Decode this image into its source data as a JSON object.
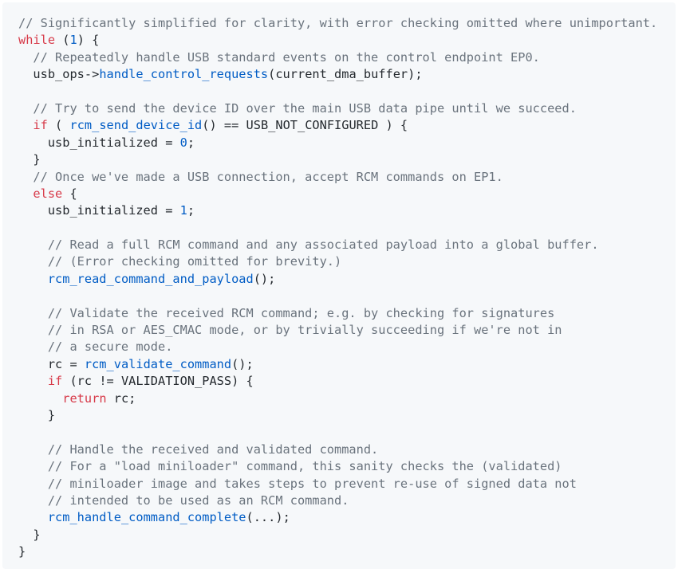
{
  "code": {
    "lines": [
      [
        {
          "t": "// Significantly simplified for clarity, with error checking omitted where unimportant.",
          "c": "comment"
        }
      ],
      [
        {
          "t": "while",
          "c": "keyword"
        },
        {
          "t": " (",
          "c": "plain"
        },
        {
          "t": "1",
          "c": "number"
        },
        {
          "t": ") {",
          "c": "plain"
        }
      ],
      [
        {
          "t": "  // Repeatedly handle USB standard events on the control endpoint EP0.",
          "c": "comment"
        }
      ],
      [
        {
          "t": "  usb_ops->",
          "c": "plain"
        },
        {
          "t": "handle_control_requests",
          "c": "func"
        },
        {
          "t": "(current_dma_buffer);",
          "c": "plain"
        }
      ],
      [],
      [
        {
          "t": "  // Try to send the device ID over the main USB data pipe until we succeed.",
          "c": "comment"
        }
      ],
      [
        {
          "t": "  ",
          "c": "plain"
        },
        {
          "t": "if",
          "c": "keyword"
        },
        {
          "t": " ( ",
          "c": "plain"
        },
        {
          "t": "rcm_send_device_id",
          "c": "func"
        },
        {
          "t": "() == USB_NOT_CONFIGURED ) {",
          "c": "plain"
        }
      ],
      [
        {
          "t": "    usb_initialized = ",
          "c": "plain"
        },
        {
          "t": "0",
          "c": "number"
        },
        {
          "t": ";",
          "c": "plain"
        }
      ],
      [
        {
          "t": "  }",
          "c": "plain"
        }
      ],
      [
        {
          "t": "  // Once we've made a USB connection, accept RCM commands on EP1.",
          "c": "comment"
        }
      ],
      [
        {
          "t": "  ",
          "c": "plain"
        },
        {
          "t": "else",
          "c": "keyword"
        },
        {
          "t": " {",
          "c": "plain"
        }
      ],
      [
        {
          "t": "    usb_initialized = ",
          "c": "plain"
        },
        {
          "t": "1",
          "c": "number"
        },
        {
          "t": ";",
          "c": "plain"
        }
      ],
      [],
      [
        {
          "t": "    // Read a full RCM command and any associated payload into a global buffer.",
          "c": "comment"
        }
      ],
      [
        {
          "t": "    // (Error checking omitted for brevity.)",
          "c": "comment"
        }
      ],
      [
        {
          "t": "    ",
          "c": "plain"
        },
        {
          "t": "rcm_read_command_and_payload",
          "c": "func"
        },
        {
          "t": "();",
          "c": "plain"
        }
      ],
      [],
      [
        {
          "t": "    // Validate the received RCM command; e.g. by checking for signatures",
          "c": "comment"
        }
      ],
      [
        {
          "t": "    // in RSA or AES_CMAC mode, or by trivially succeeding if we're not in",
          "c": "comment"
        }
      ],
      [
        {
          "t": "    // a secure mode.",
          "c": "comment"
        }
      ],
      [
        {
          "t": "    rc = ",
          "c": "plain"
        },
        {
          "t": "rcm_validate_command",
          "c": "func"
        },
        {
          "t": "();",
          "c": "plain"
        }
      ],
      [
        {
          "t": "    ",
          "c": "plain"
        },
        {
          "t": "if",
          "c": "keyword"
        },
        {
          "t": " (rc != VALIDATION_PASS) {",
          "c": "plain"
        }
      ],
      [
        {
          "t": "      ",
          "c": "plain"
        },
        {
          "t": "return",
          "c": "keyword"
        },
        {
          "t": " rc;",
          "c": "plain"
        }
      ],
      [
        {
          "t": "    }",
          "c": "plain"
        }
      ],
      [],
      [
        {
          "t": "    // Handle the received and validated command.",
          "c": "comment"
        }
      ],
      [
        {
          "t": "    // For a \"load miniloader\" command, this sanity checks the (validated)",
          "c": "comment"
        }
      ],
      [
        {
          "t": "    // miniloader image and takes steps to prevent re-use of signed data not",
          "c": "comment"
        }
      ],
      [
        {
          "t": "    // intended to be used as an RCM command.",
          "c": "comment"
        }
      ],
      [
        {
          "t": "    ",
          "c": "plain"
        },
        {
          "t": "rcm_handle_command_complete",
          "c": "func"
        },
        {
          "t": "(...);",
          "c": "plain"
        }
      ],
      [
        {
          "t": "  }",
          "c": "plain"
        }
      ],
      [
        {
          "t": "}",
          "c": "plain"
        }
      ]
    ]
  },
  "colors": {
    "background": "#f6f8fa",
    "comment": "#6a737d",
    "keyword": "#d73a49",
    "function": "#005cc5",
    "number": "#005cc5",
    "text": "#24292e"
  }
}
